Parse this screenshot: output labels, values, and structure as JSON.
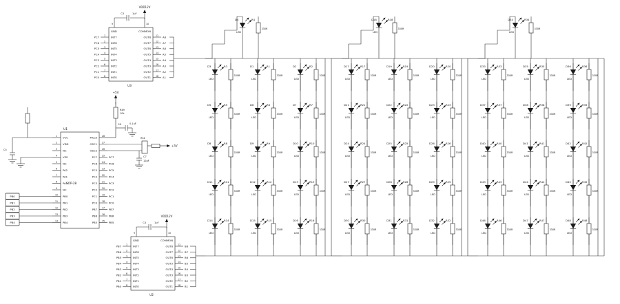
{
  "power": {
    "v5": "+5V",
    "vdd12": "VDD12V"
  },
  "parts": {
    "c5": {
      "name": "C5"
    },
    "c6": {
      "name": "C6",
      "value": "0.1uF"
    },
    "c7": {
      "name": "C7",
      "value": "12pF"
    },
    "r49": {
      "name": "R49",
      "value": "10k"
    },
    "rs1": {
      "name": "RS1"
    }
  },
  "u1": {
    "designator": "U1",
    "package": "SOP-28",
    "left": [
      {
        "num": "1",
        "name": "VCC"
      },
      {
        "num": "2",
        "name": "VDD"
      },
      {
        "num": "3",
        "name": "NC"
      },
      {
        "num": "4",
        "name": "VSS"
      },
      {
        "num": "5",
        "name": "NC"
      },
      {
        "num": "6",
        "name": "PA2"
      },
      {
        "num": "7",
        "name": "PA1"
      },
      {
        "num": "8",
        "name": "PA0"
      },
      {
        "num": "9",
        "name": "NC"
      },
      {
        "num": "10",
        "name": "PB0"
      },
      {
        "num": "11",
        "name": "PB1"
      },
      {
        "num": "12",
        "name": "PB2"
      },
      {
        "num": "13",
        "name": "PB3"
      },
      {
        "num": "14",
        "name": "PB4"
      }
    ],
    "right": [
      {
        "num": "28",
        "name": "MCLK",
        "ext": ""
      },
      {
        "num": "27",
        "name": "OSC1",
        "ext": ""
      },
      {
        "num": "26",
        "name": "OSC2",
        "ext": ""
      },
      {
        "num": "25",
        "name": "PC7",
        "ext": "PC7"
      },
      {
        "num": "24",
        "name": "PC6",
        "ext": "PC6"
      },
      {
        "num": "23",
        "name": "PC5",
        "ext": "PC5"
      },
      {
        "num": "22",
        "name": "PC4",
        "ext": "PC4"
      },
      {
        "num": "21",
        "name": "PC3",
        "ext": "PC3"
      },
      {
        "num": "20",
        "name": "PC2",
        "ext": "PC2"
      },
      {
        "num": "19",
        "name": "PC1",
        "ext": "PC1"
      },
      {
        "num": "18",
        "name": "PC0",
        "ext": "PC0"
      },
      {
        "num": "17",
        "name": "PB7",
        "ext": "PB7"
      },
      {
        "num": "16",
        "name": "PB6",
        "ext": "PB6"
      },
      {
        "num": "15",
        "name": "PB5",
        "ext": "PB5"
      }
    ],
    "left_nets": [
      "PB0",
      "PB1",
      "PB2",
      "PB3",
      "PB4"
    ]
  },
  "u3": {
    "designator": "U3",
    "gnd": {
      "num": "9",
      "label": "GND"
    },
    "common": {
      "num": "10",
      "label": "COMMON"
    },
    "cap": {
      "name": "C3",
      "value": "1uF"
    },
    "left": [
      {
        "num": "1",
        "ext": "PC7",
        "pin": "INT7"
      },
      {
        "num": "2",
        "ext": "PC6",
        "pin": "INT6"
      },
      {
        "num": "3",
        "ext": "PC5",
        "pin": "INT5"
      },
      {
        "num": "4",
        "ext": "PC4",
        "pin": "INT4"
      },
      {
        "num": "5",
        "ext": "PC3",
        "pin": "INT3"
      },
      {
        "num": "6",
        "ext": "PC2",
        "pin": "INT2"
      },
      {
        "num": "7",
        "ext": "PC1",
        "pin": "INT1"
      },
      {
        "num": "8",
        "ext": "PC0",
        "pin": "INT0"
      }
    ],
    "right": [
      {
        "num": "11",
        "pin": "OUT8",
        "ext": "A8"
      },
      {
        "num": "12",
        "pin": "OUT7",
        "ext": "A7"
      },
      {
        "num": "13",
        "pin": "OUT6",
        "ext": "A6"
      },
      {
        "num": "14",
        "pin": "OUT5",
        "ext": "A5"
      },
      {
        "num": "15",
        "pin": "OUT4",
        "ext": "A4"
      },
      {
        "num": "16",
        "pin": "OUT3",
        "ext": "A3"
      },
      {
        "num": "17",
        "pin": "OUT2",
        "ext": "A2"
      },
      {
        "num": "18",
        "pin": "OUT1",
        "ext": "A1"
      }
    ]
  },
  "u2": {
    "designator": "U2",
    "gnd": {
      "num": "9",
      "label": "GND"
    },
    "common": {
      "num": "10",
      "label": "COMMON"
    },
    "cap": {
      "name": "C4",
      "value": "1uF"
    },
    "left": [
      {
        "num": "1",
        "ext": "PB7",
        "pin": "INT7"
      },
      {
        "num": "2",
        "ext": "PB6",
        "pin": "INT6"
      },
      {
        "num": "3",
        "ext": "PB5",
        "pin": "INT5"
      },
      {
        "num": "4",
        "ext": "PB4",
        "pin": "INT4"
      },
      {
        "num": "5",
        "ext": "PB3",
        "pin": "INT3"
      },
      {
        "num": "6",
        "ext": "PB2",
        "pin": "INT2"
      },
      {
        "num": "7",
        "ext": "PB1",
        "pin": "INT1"
      },
      {
        "num": "8",
        "ext": "PB0",
        "pin": "INT0"
      }
    ],
    "right": [
      {
        "num": "11",
        "pin": "OUT8",
        "ext": "B8"
      },
      {
        "num": "12",
        "pin": "OUT7",
        "ext": "B7"
      },
      {
        "num": "13",
        "pin": "OUT6",
        "ext": "B6"
      },
      {
        "num": "14",
        "pin": "OUT5",
        "ext": "B5"
      },
      {
        "num": "15",
        "pin": "OUT4",
        "ext": "B4"
      },
      {
        "num": "16",
        "pin": "OUT3",
        "ext": "B3"
      },
      {
        "num": "17",
        "pin": "OUT2",
        "ext": "B2"
      },
      {
        "num": "18",
        "pin": "OUT1",
        "ext": "B1"
      }
    ]
  },
  "led_array": {
    "led_label": "LED",
    "resistor_value": "330R",
    "banks": [
      {
        "top": {
          "d": "D4",
          "r": "R4"
        },
        "rows": [
          [
            {
              "d": "D3",
              "r": "R3"
            },
            {
              "d": "D1",
              "r": "R1"
            },
            {
              "d": "D2",
              "r": "R2"
            }
          ],
          [
            {
              "d": "D5",
              "r": "R5"
            },
            {
              "d": "D6",
              "r": "R6"
            },
            {
              "d": "D7",
              "r": "R7"
            }
          ],
          [
            {
              "d": "D8",
              "r": "R8"
            },
            {
              "d": "D9",
              "r": "R9"
            },
            {
              "d": "D10",
              "r": "R10"
            }
          ],
          [
            {
              "d": "D11",
              "r": "R11"
            },
            {
              "d": "D12",
              "r": "R12"
            },
            {
              "d": "D13",
              "r": "R13"
            }
          ],
          [
            {
              "d": "D14",
              "r": "R14"
            },
            {
              "d": "D15",
              "r": "R15"
            },
            {
              "d": "D16",
              "r": "R16"
            }
          ]
        ]
      },
      {
        "top": {
          "d": "D18",
          "r": "R18"
        },
        "rows": [
          [
            {
              "d": "D17",
              "r": "R17"
            },
            {
              "d": "D19",
              "r": "R19"
            },
            {
              "d": "D20",
              "r": "R20"
            }
          ],
          [
            {
              "d": "D21",
              "r": "R21"
            },
            {
              "d": "D22",
              "r": "R22"
            },
            {
              "d": "D23",
              "r": "R23"
            }
          ],
          [
            {
              "d": "D24",
              "r": "R24"
            },
            {
              "d": "D25",
              "r": "R25"
            },
            {
              "d": "D26",
              "r": "R26"
            }
          ],
          [
            {
              "d": "D27",
              "r": "R27"
            },
            {
              "d": "D28",
              "r": "R28"
            },
            {
              "d": "D29",
              "r": "R29"
            }
          ],
          [
            {
              "d": "D30",
              "r": "R30"
            },
            {
              "d": "D31",
              "r": "R31"
            },
            {
              "d": "D32",
              "r": "R32"
            }
          ]
        ]
      },
      {
        "top": {
          "d": "D34",
          "r": "R34"
        },
        "rows": [
          [
            {
              "d": "D33",
              "r": "R33"
            },
            {
              "d": "D35",
              "r": "R35"
            },
            {
              "d": "D36",
              "r": "R36"
            }
          ],
          [
            {
              "d": "D37",
              "r": "R37"
            },
            {
              "d": "D38",
              "r": "R38"
            },
            {
              "d": "D39",
              "r": "R39"
            }
          ],
          [
            {
              "d": "D40",
              "r": "R40"
            },
            {
              "d": "D41",
              "r": "R41"
            },
            {
              "d": "D42",
              "r": "R42"
            }
          ],
          [
            {
              "d": "D43",
              "r": "R43"
            },
            {
              "d": "D44",
              "r": "R44"
            },
            {
              "d": "D45",
              "r": "R45"
            }
          ],
          [
            {
              "d": "D46",
              "r": "R46"
            },
            {
              "d": "D47",
              "r": "R47"
            },
            {
              "d": "D48",
              "r": "R48"
            }
          ]
        ]
      }
    ]
  }
}
